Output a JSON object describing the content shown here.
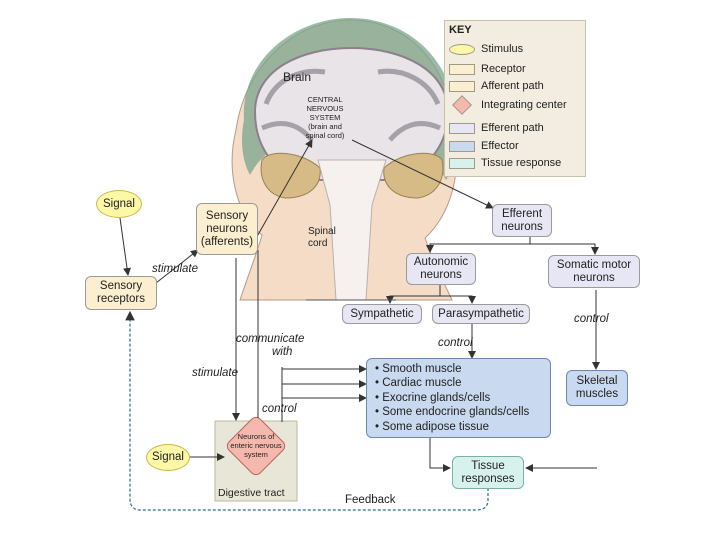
{
  "key": {
    "title": "KEY",
    "items": [
      {
        "label": "Stimulus",
        "color": "#fdf7a8"
      },
      {
        "label": "Receptor",
        "color": "#fbefcf"
      },
      {
        "label": "Afferent path",
        "color": "#fbefcf"
      },
      {
        "label": "Integrating center",
        "color": "#f5b8ae"
      },
      {
        "label": "Efferent path",
        "color": "#e6e6f4"
      },
      {
        "label": "Effector",
        "color": "#c9d9ef"
      },
      {
        "label": "Tissue response",
        "color": "#d7f1ec"
      }
    ]
  },
  "brain": {
    "label": "Brain",
    "cns": [
      "CENTRAL",
      "NERVOUS",
      "SYSTEM",
      "(brain and",
      "spinal cord)"
    ]
  },
  "spinal_cord": [
    "Spinal",
    "cord"
  ],
  "signal_top": "Signal",
  "signal_bottom": "Signal",
  "sensory_receptors": [
    "Sensory",
    "receptors"
  ],
  "sensory_neurons": [
    "Sensory",
    "neurons",
    "(afferents)"
  ],
  "efferent_neurons": [
    "Efferent",
    "neurons"
  ],
  "autonomic_neurons": [
    "Autonomic",
    "neurons"
  ],
  "somatic_motor_neurons": [
    "Somatic motor",
    "neurons"
  ],
  "sympathetic": "Sympathetic",
  "parasympathetic": "Parasympathetic",
  "effectors": [
    "• Smooth muscle",
    "• Cardiac muscle",
    "• Exocrine glands/cells",
    "• Some endocrine glands/cells",
    "• Some adipose tissue"
  ],
  "skeletal_muscles": [
    "Skeletal",
    "muscles"
  ],
  "tissue_responses": [
    "Tissue",
    "responses"
  ],
  "enteric": [
    "Neurons of",
    "enteric nervous",
    "system"
  ],
  "digestive_tract": "Digestive tract",
  "labels": {
    "stimulate_top": "stimulate",
    "stimulate_bottom": "stimulate",
    "communicate": [
      "communicate",
      "with"
    ],
    "control_auto": "control",
    "control_somatic": "control",
    "control_enteric": "control",
    "feedback": "Feedback"
  }
}
